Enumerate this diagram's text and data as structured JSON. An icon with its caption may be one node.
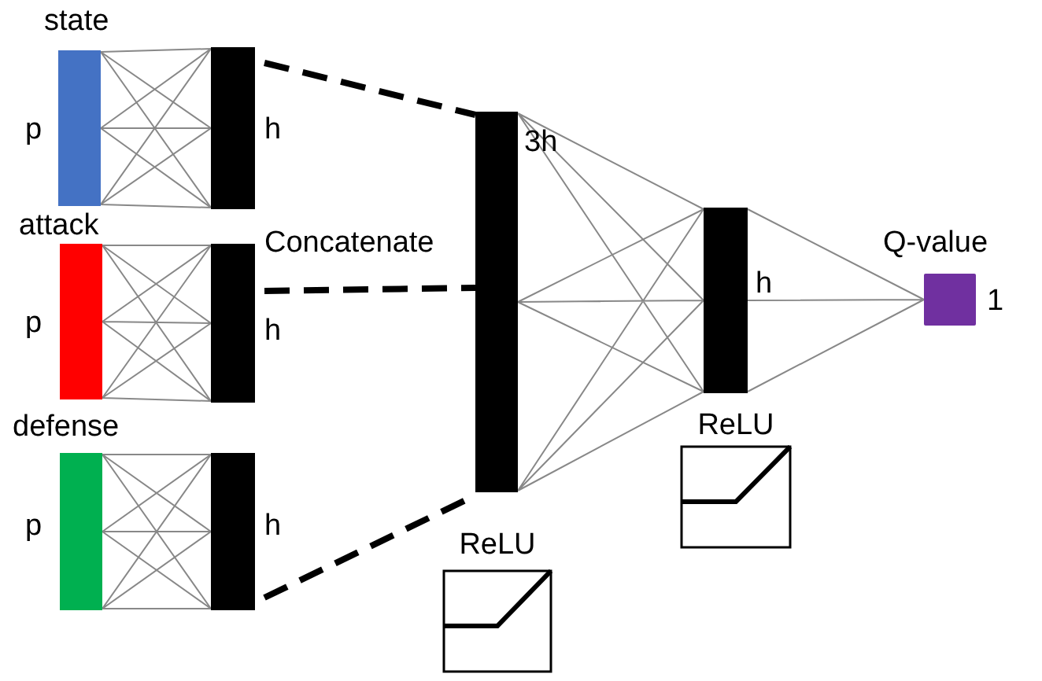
{
  "diagram": {
    "nodes": [
      {
        "text": [],
        "shape": "bar",
        "beside": [
          "state",
          "p"
        ]
      },
      {
        "text": [],
        "shape": "bar",
        "beside": [
          "h"
        ]
      },
      {
        "text": [],
        "shape": "bar",
        "beside": [
          "attack",
          "p"
        ]
      },
      {
        "text": [],
        "shape": "bar",
        "beside": [
          "h"
        ]
      },
      {
        "text": [],
        "shape": "bar",
        "beside": [
          "defense",
          "p"
        ]
      },
      {
        "text": [],
        "shape": "bar",
        "beside": [
          "h"
        ]
      },
      {
        "text": [],
        "shape": "bar",
        "beside": [
          "3h"
        ]
      },
      {
        "text": [],
        "shape": "bar",
        "beside": [
          "h"
        ]
      },
      {
        "text": [],
        "shape": "box",
        "beside": [
          "Q-value",
          "1"
        ]
      },
      {
        "text": [
          "ReLU"
        ]
      },
      {
        "text": [
          "ReLU"
        ]
      }
    ],
    "edges": [
      {
        "from": 0,
        "to": 1,
        "arrow": "none"
      },
      {
        "from": 2,
        "to": 3,
        "arrow": "none"
      },
      {
        "from": 4,
        "to": 5,
        "arrow": "none"
      },
      {
        "from": 1,
        "to": 6,
        "arrow": "none",
        "style": "dashed",
        "color": "#000000"
      },
      {
        "from": 3,
        "to": 6,
        "arrow": "none",
        "style": "dashed",
        "color": "#000000"
      },
      {
        "from": 5,
        "to": 6,
        "arrow": "none",
        "style": "dashed",
        "color": "#000000"
      },
      {
        "from": 6,
        "to": 7,
        "arrow": "none"
      },
      {
        "from": 7,
        "to": 8,
        "arrow": "none"
      }
    ],
    "labels": [
      "Concatenate"
    ]
  }
}
